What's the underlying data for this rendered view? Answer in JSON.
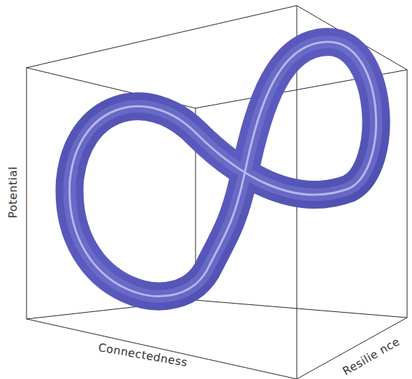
{
  "diagram": {
    "labels": [
      "Potential",
      "Connectedness",
      "Resilie nce"
    ]
  }
}
